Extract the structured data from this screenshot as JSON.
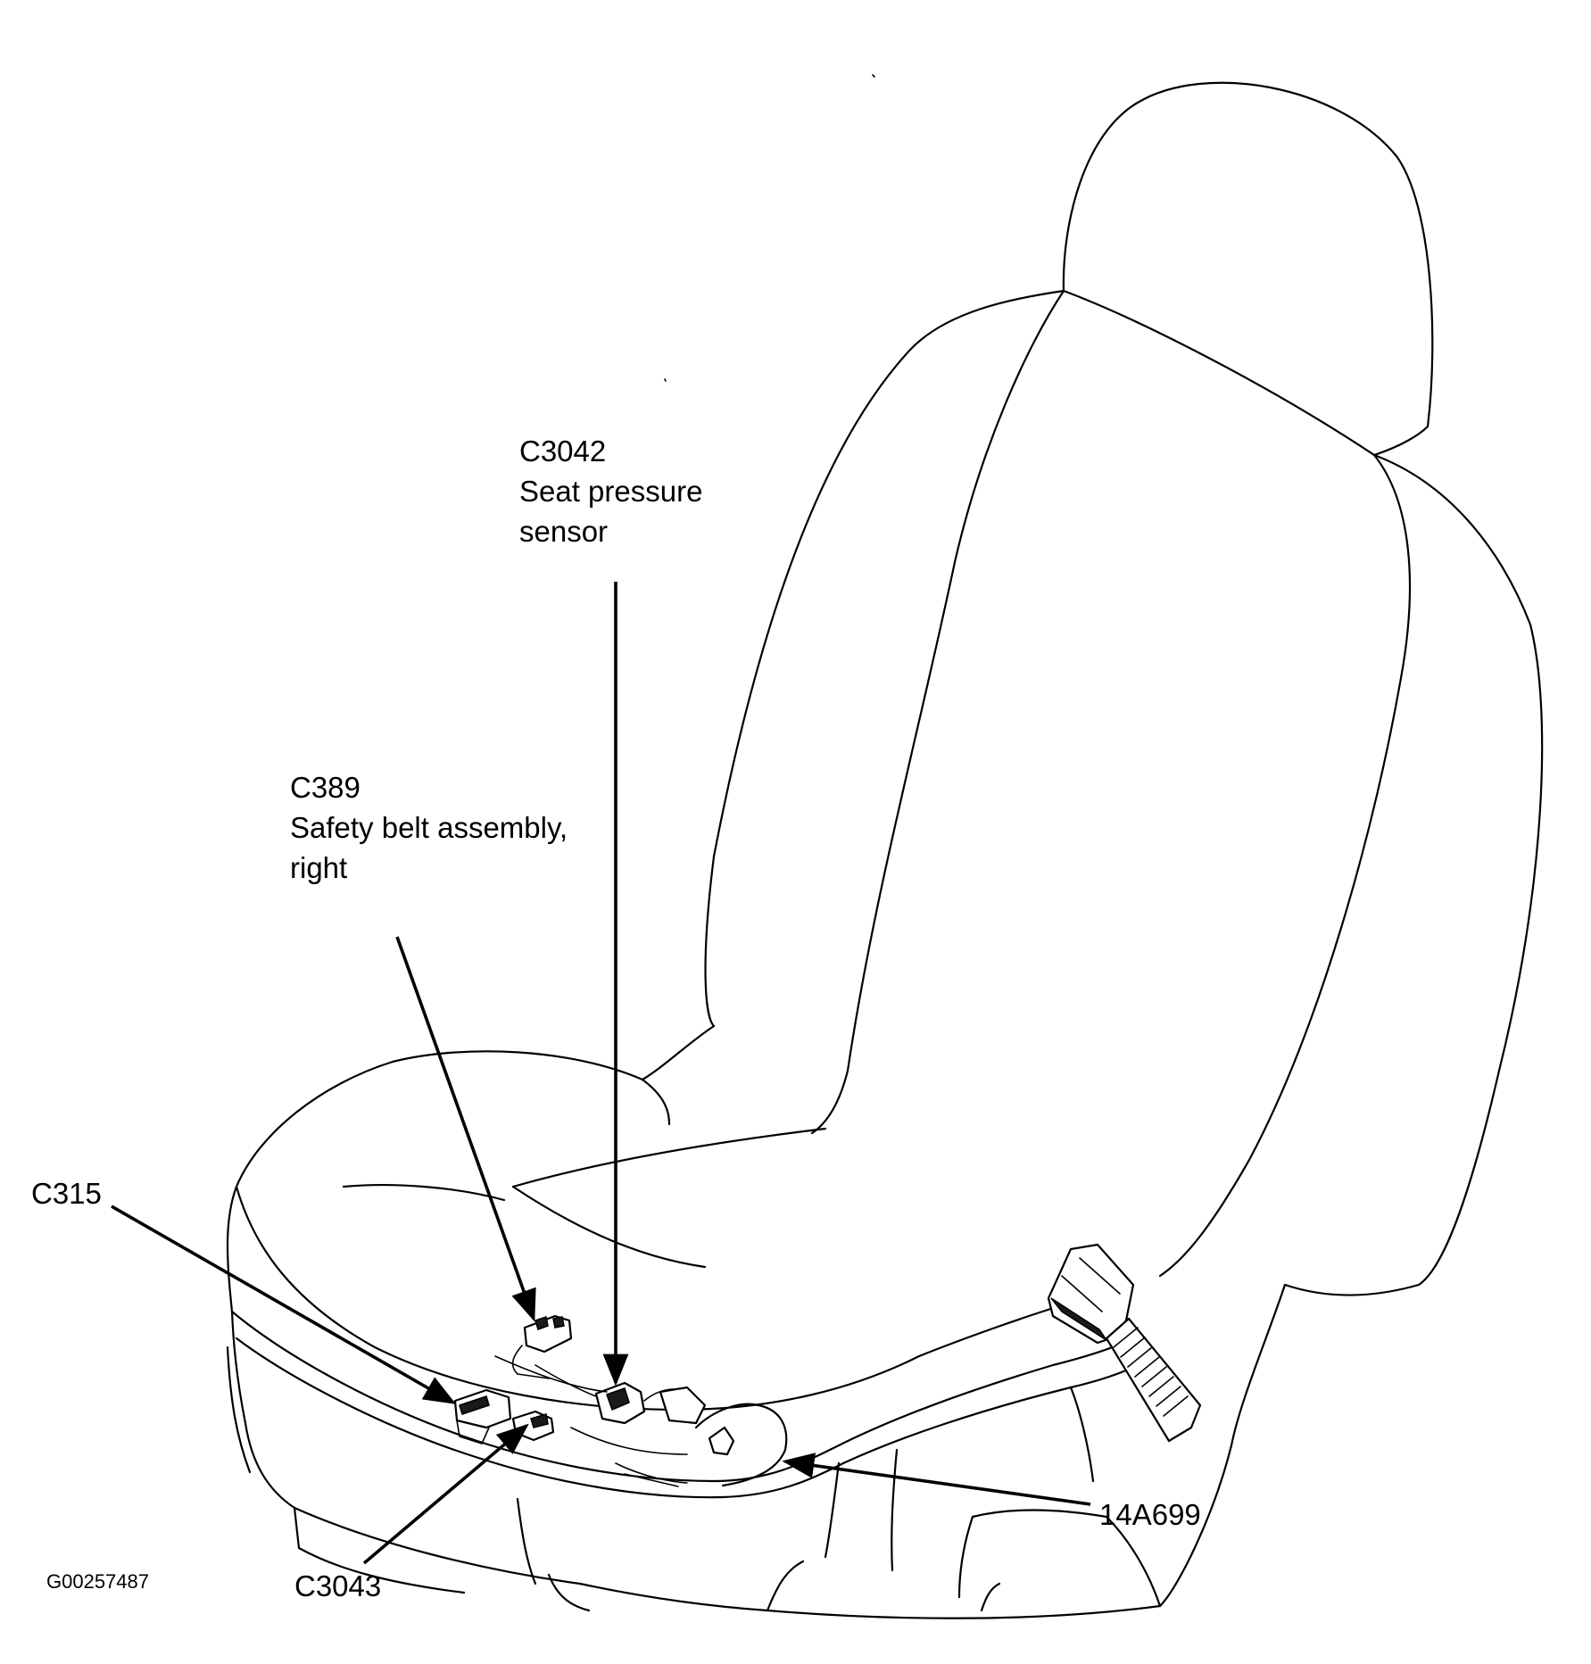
{
  "figure_id": "G00257487",
  "callouts": {
    "c3042": {
      "code": "C3042",
      "line1": "Seat pressure",
      "line2": "sensor"
    },
    "c389": {
      "code": "C389",
      "line1": "Safety belt assembly,",
      "line2": "right"
    },
    "c315": {
      "code": "C315"
    },
    "c3043": {
      "code": "C3043"
    },
    "harness": {
      "code": "14A699"
    }
  },
  "colors": {
    "ink": "#000000",
    "paper": "#ffffff"
  },
  "icons": [
    "seat-outline",
    "safety-belt-buckle",
    "connector-c389",
    "connector-c3042",
    "connector-c315",
    "connector-c3043",
    "wiring-harness-14a699"
  ]
}
